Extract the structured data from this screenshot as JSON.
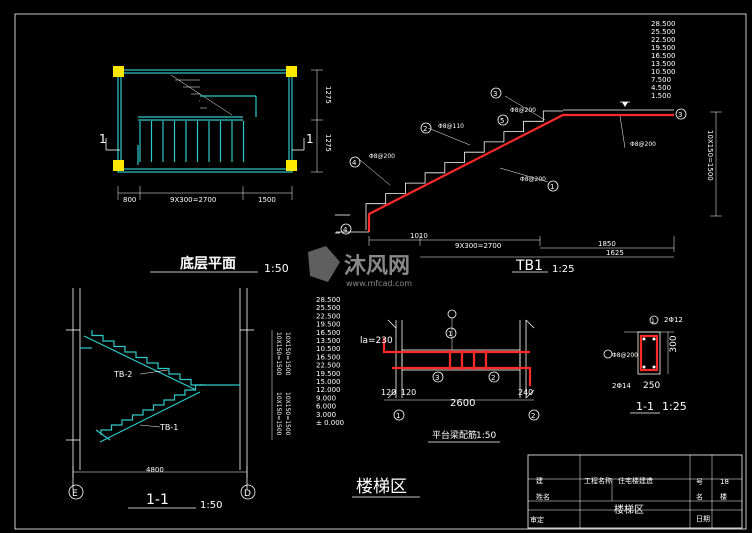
{
  "plan": {
    "title": "底层平面",
    "scale": "1:50",
    "section_mark": "1",
    "dims_bottom": [
      "800",
      "9X300=2700",
      "1500"
    ],
    "dims_right": [
      "1275",
      "1275"
    ]
  },
  "tb1": {
    "title": "TB1",
    "scale": "1:25",
    "levels": [
      "28.500",
      "25.500",
      "22.500",
      "19.500",
      "16.500",
      "13.500",
      "10.500",
      "7.500",
      "4.500",
      "1.500"
    ],
    "rebar_labels": [
      "Φ8@200",
      "Φ8@110",
      "Φ8@200",
      "Φ8@200",
      "Φ8@200"
    ],
    "circled_nums": [
      "3",
      "2",
      "5",
      "4",
      "1",
      "4",
      "3"
    ],
    "dims_bottom": [
      "1010",
      "9X300=2700",
      "1850",
      "1625"
    ],
    "dim_right": "10X150=1500"
  },
  "section": {
    "title": "1-1",
    "scale": "1:50",
    "labels": [
      "TB-2",
      "TB-1"
    ],
    "levels": [
      "28.500",
      "25.500",
      "22.500",
      "19.500",
      "16.500",
      "13.500",
      "10.500",
      "16.500",
      "22.500",
      "19.500",
      "15.000",
      "12.000",
      "9.000",
      "6.000",
      "3.000",
      "± 0.000"
    ],
    "dims_side": [
      "10X150=1500",
      "10X150=1500"
    ],
    "width_dim": "4800",
    "axes": [
      "E",
      "D"
    ]
  },
  "beam": {
    "title": "平台梁配筋",
    "scale": "1:50",
    "la": "la=230",
    "dims": [
      "120",
      "120",
      "2600",
      "240"
    ],
    "marks": [
      "1",
      "3",
      "2"
    ],
    "axes": [
      "1",
      "2"
    ]
  },
  "beam_section": {
    "title": "1-1",
    "scale": "1:25",
    "top": "2Φ12",
    "stirrup": "Φ8@200",
    "bottom": "2Φ14",
    "height": "300",
    "width": "250",
    "mark": "1"
  },
  "zone_title": "楼梯区",
  "watermark": {
    "logo": "沐风网",
    "url": "www.mfcad.com"
  },
  "title_block": {
    "project_label": "工程名称",
    "project_value": "住宅楼建造",
    "row1_left": "建",
    "row2_left": "姓名",
    "row3_left": "审定",
    "drawing_title": "楼梯区",
    "no_label": "号",
    "no_value": "18",
    "name_label": "名",
    "name_value": "楼",
    "date_label": "日期"
  }
}
